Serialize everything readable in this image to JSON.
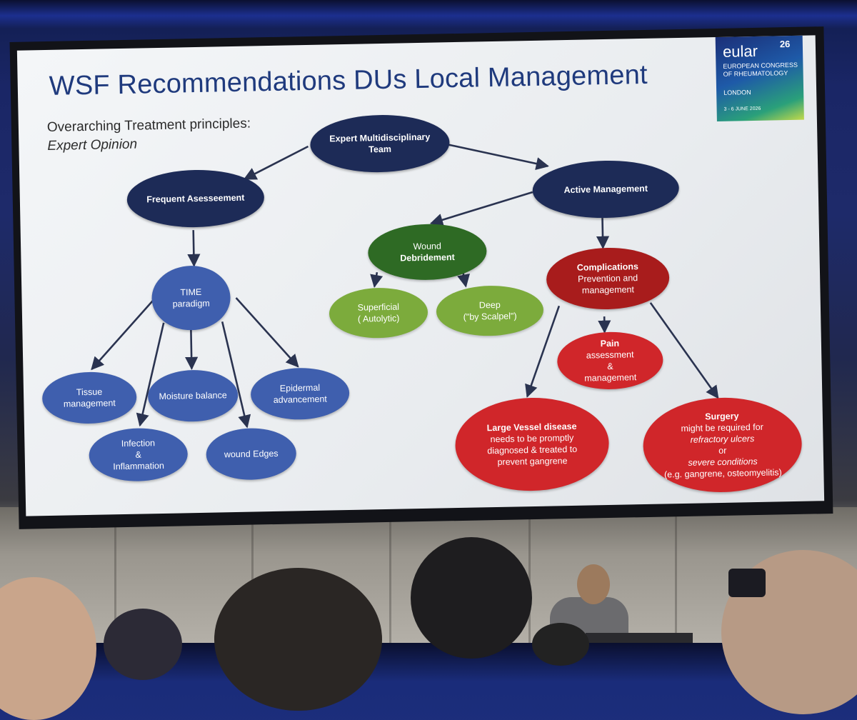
{
  "slide": {
    "title": "WSF Recommendations DUs Local Management",
    "subtitle_line1": "Overarching Treatment principles:",
    "subtitle_line2": "Expert Opinion"
  },
  "logo": {
    "brand": "eular",
    "number": "26",
    "line1": "EUROPEAN CONGRESS OF RHEUMATOLOGY",
    "line2": "LONDON",
    "line3": "3 - 6 JUNE 2026"
  },
  "nodes": {
    "expert": "Expert Multidisciplinary Team",
    "frequent": "Frequent Asesseement",
    "active": "Active Management",
    "time_1": "TIME",
    "time_2": "paradigm",
    "wound_1": "Wound",
    "wound_2": "Debridement",
    "superficial_1": "Superficial",
    "superficial_2": "( Autolytic)",
    "deep_1": "Deep",
    "deep_2": "(\"by  Scalpel\")",
    "complications_title": "Complications",
    "complications_rest": "Prevention and management",
    "tissue": "Tissue management",
    "infection_1": "Infection",
    "infection_2": "&",
    "infection_3": "Inflammation",
    "moisture": "Moisture balance",
    "edges": "wound Edges",
    "epidermal": "Epidermal advancement",
    "pain_title": "Pain",
    "pain_rest_1": "assessment",
    "pain_rest_2": "&",
    "pain_rest_3": "management",
    "vessel_title": "Large Vessel disease",
    "vessel_rest": "needs to be promptly diagnosed & treated to prevent gangrene",
    "surgery_title": "Surgery",
    "surgery_1": "might  be required for",
    "surgery_2": "refractory ulcers",
    "surgery_3": "or",
    "surgery_4": "severe conditions",
    "surgery_5": "(e.g. gangrene, osteomyelitis)"
  },
  "colors": {
    "title": "#1f3a7d",
    "navy": "#1d2b57",
    "blue": "#3f5fae",
    "dark_green": "#2e6a24",
    "light_green": "#7cab3c",
    "dark_red": "#a81c1c",
    "red": "#d0262a",
    "arrow": "#2a3350"
  }
}
